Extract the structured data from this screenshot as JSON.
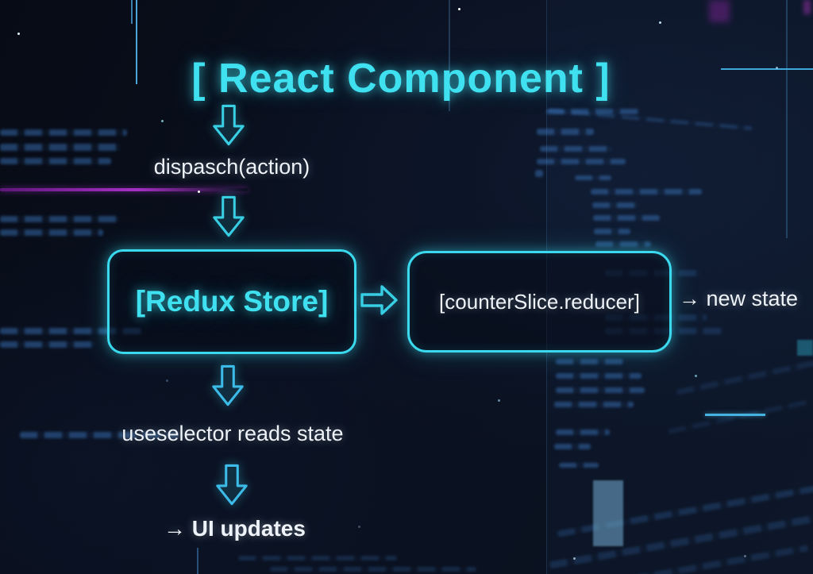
{
  "title": "[ React Component ]",
  "flow": {
    "dispatch_label": "dispasch(action)",
    "redux_store_label": "[Redux Store]",
    "reducer_label": "[counterSlice.reducer]",
    "new_state_label": "→ new state",
    "selector_label": "useselector reads state",
    "ui_updates_label": "→ UI updates"
  },
  "icons": {
    "down_arrow": "hollow-down-arrow-icon",
    "right_arrow": "hollow-right-arrow-icon"
  },
  "colors": {
    "accent_cyan": "#3bd9ee",
    "text_white": "#eef3f9",
    "magenta_line": "#a62fc4",
    "background": "#0a101f"
  }
}
